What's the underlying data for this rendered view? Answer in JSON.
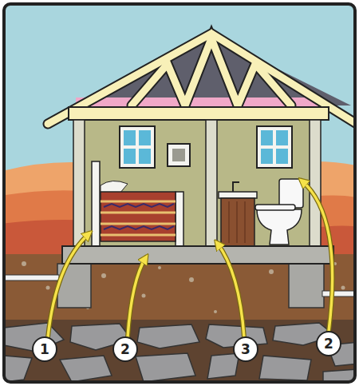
{
  "diagram": {
    "labels": [
      "1",
      "2",
      "3",
      "2"
    ]
  }
}
